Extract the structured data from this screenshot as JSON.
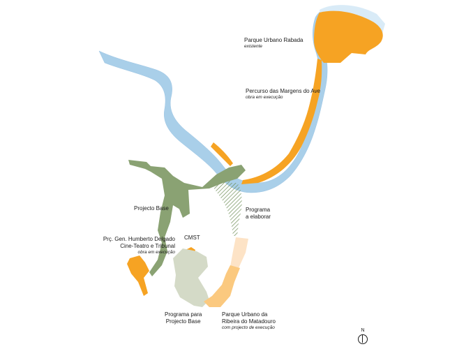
{
  "labels": {
    "rabada": {
      "title": "Parque Urbano Rabada",
      "status": "existente"
    },
    "margens": {
      "title": "Percurso das Margens do Ave",
      "status": "obra em execução"
    },
    "programa_elaborar": {
      "line1": "Programa",
      "line2": "a elaborar"
    },
    "projecto_base": {
      "title": "Projecto Base"
    },
    "humberto": {
      "line1": "Prç. Gen. Humberto Delgado",
      "line2": "Cine-Teatro e Tribunal",
      "status": "obra em execução"
    },
    "cmst": {
      "title": "CMST"
    },
    "programa_projecto": {
      "line1": "Programa para",
      "line2": "Projecto Base"
    },
    "matadouro": {
      "line1": "Parque Urbano da",
      "line2": "Ribeira do Matadouro",
      "status": "com projecto de execução"
    }
  },
  "compass": {
    "label": "N"
  },
  "colors": {
    "river": "#a9cfe9",
    "river_light": "#d9ebf7",
    "park_orange": "#f6a323",
    "light_orange": "#fbc97f",
    "pale_orange": "#fde3c6",
    "olive_green": "#8aa273",
    "grey_green": "#d4dac7",
    "hatch_green": "#6f8f58"
  }
}
